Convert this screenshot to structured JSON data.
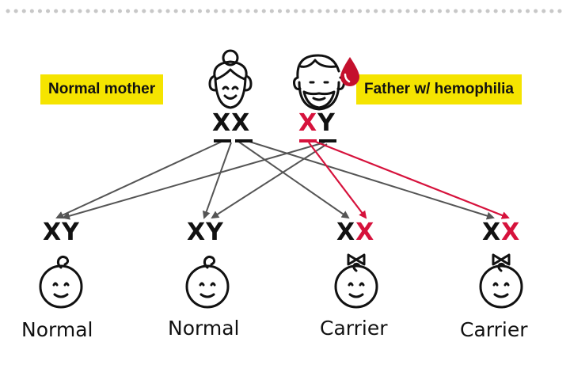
{
  "parents": {
    "mother": {
      "label": "Normal mother",
      "genotype": [
        "X",
        "X"
      ]
    },
    "father": {
      "label": "Father w/ hemophilia",
      "genotype": [
        "X",
        "Y"
      ]
    }
  },
  "children": [
    {
      "genotype": [
        "X",
        "Y"
      ],
      "caption": "Normal"
    },
    {
      "genotype": [
        "X",
        "Y"
      ],
      "caption": "Normal"
    },
    {
      "genotype": [
        "X",
        "X"
      ],
      "caption": "Carrier"
    },
    {
      "genotype": [
        "X",
        "X"
      ],
      "caption": "Carrier"
    }
  ],
  "colors": {
    "affected": "#d6123c",
    "normal": "#111111",
    "arrow_normal": "#555555",
    "highlight": "#f5e400"
  },
  "icons": [
    "grandmother-face-icon",
    "bearded-father-face-icon",
    "blood-drop-icon",
    "baby-boy-face-icon",
    "baby-girl-face-icon"
  ]
}
